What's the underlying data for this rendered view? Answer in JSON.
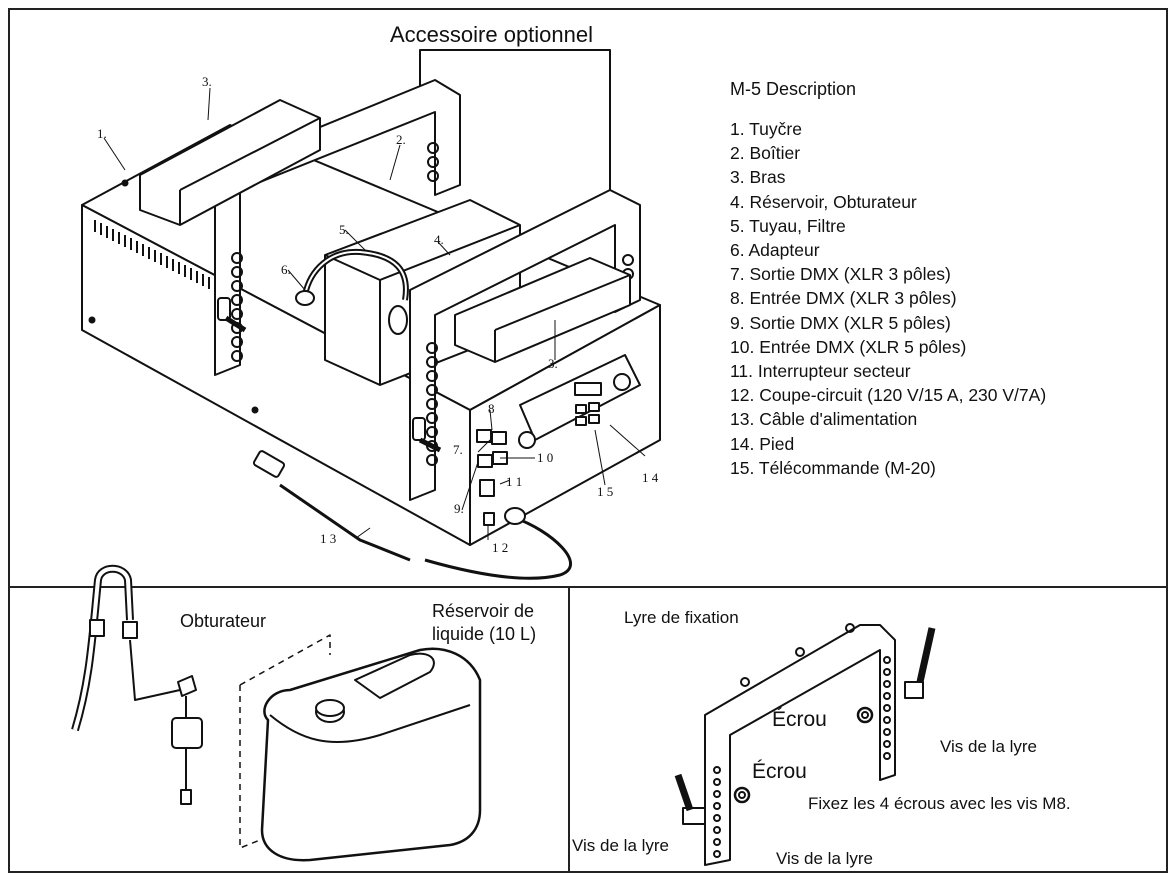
{
  "title": "Accessoire optionnel",
  "description": {
    "heading": "M-5 Description",
    "items": [
      "1. Tuyčre",
      "2. Boîtier",
      "3. Bras",
      "4. Réservoir, Obturateur",
      "5. Tuyau, Filtre",
      "6. Adapteur",
      "7. Sortie DMX  (XLR 3 pôles)",
      "8. Entrée DMX  (XLR 3 pôles)",
      "9. Sortie DMX  (XLR 5 pôles)",
      "10. Entrée DMX (XLR 5 pôles)",
      "11. Interrupteur secteur",
      "12. Coupe-circuit (120 V/15 A, 230 V/7A)",
      "13. Câble d'alimentation",
      "14. Pied",
      "15. Télécommande (M-20)"
    ]
  },
  "callouts": {
    "c1": "1.",
    "c2": "2.",
    "c3a": "3.",
    "c3b": "3.",
    "c4": "4.",
    "c5": "5.",
    "c6": "6.",
    "c7": "7.",
    "c8": "8",
    "c9": "9.",
    "c10": "1 0",
    "c11": "1 1",
    "c12": "1 2",
    "c13": "1 3",
    "c14": "1 4",
    "c15": "1 5"
  },
  "bottom_left": {
    "shutter_label": "Obturateur",
    "reservoir_line1": "Réservoir de",
    "reservoir_line2": "liquide (10 L)"
  },
  "bottom_right": {
    "bracket_label": "Lyre de fixation",
    "nut_label_1": "Écrou",
    "nut_label_2": "Écrou",
    "screw_label_1": "Vis de la lyre",
    "screw_label_2": "Vis de la lyre",
    "screw_label_3": "Vis de la lyre",
    "instruction": "Fixez les 4 écrous avec les vis M8."
  }
}
